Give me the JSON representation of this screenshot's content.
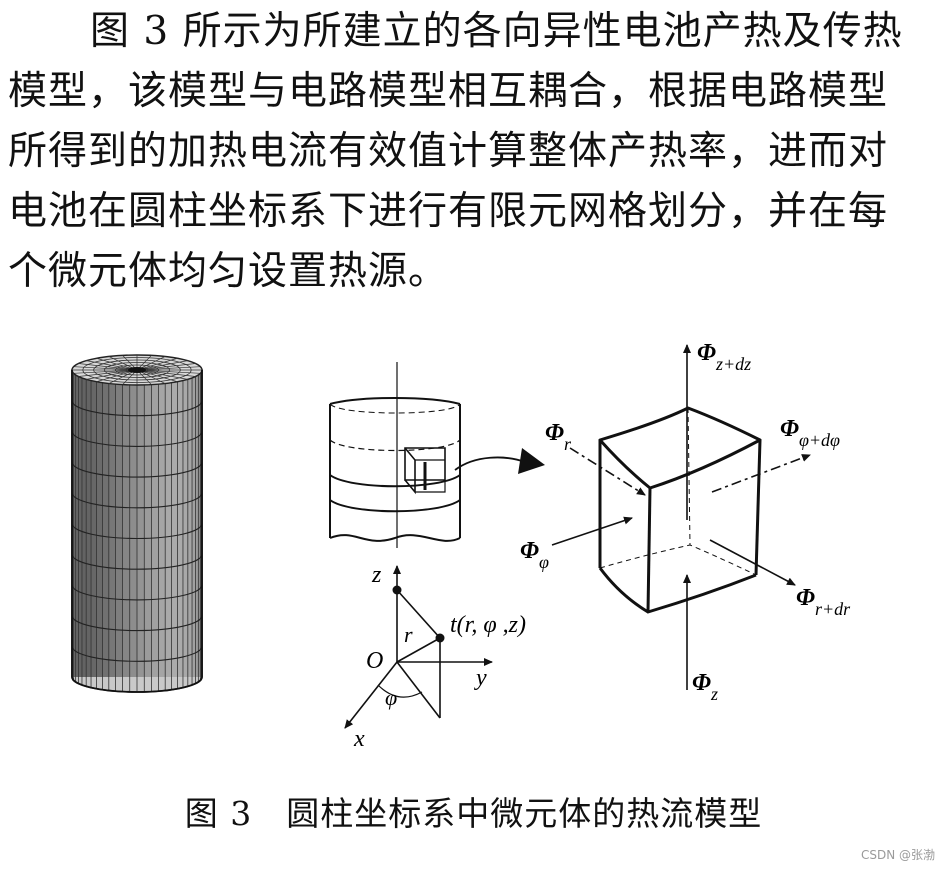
{
  "paragraph": {
    "lines": [
      "图 3 所示为所建立的各向异性电池产热及传热",
      "模型，该模型与电路模型相互耦合，根据电路模型",
      "所得到的加热电流有效值计算整体产热率，进而对",
      "电池在圆柱坐标系下进行有限元网格划分，并在每",
      "个微元体均匀设置热源。"
    ]
  },
  "figure": {
    "axes": {
      "z": "z",
      "y": "y",
      "x": "x",
      "origin": "O",
      "r": "r",
      "phi": "φ",
      "point": "t(r, φ ,z)"
    },
    "flux": {
      "z_top": {
        "sym": "Φ",
        "sub": "z+dz"
      },
      "phi_out": {
        "sym": "Φ",
        "sub": "φ+dφ"
      },
      "r_in": {
        "sym": "Φ",
        "sub": "r"
      },
      "phi_in": {
        "sym": "Φ",
        "sub": "φ"
      },
      "r_out": {
        "sym": "Φ",
        "sub": "r+dr"
      },
      "z_bottom": {
        "sym": "Φ",
        "sub": "z"
      }
    }
  },
  "caption": "图 3　圆柱坐标系中微元体的热流模型",
  "watermark": "CSDN @张渤"
}
